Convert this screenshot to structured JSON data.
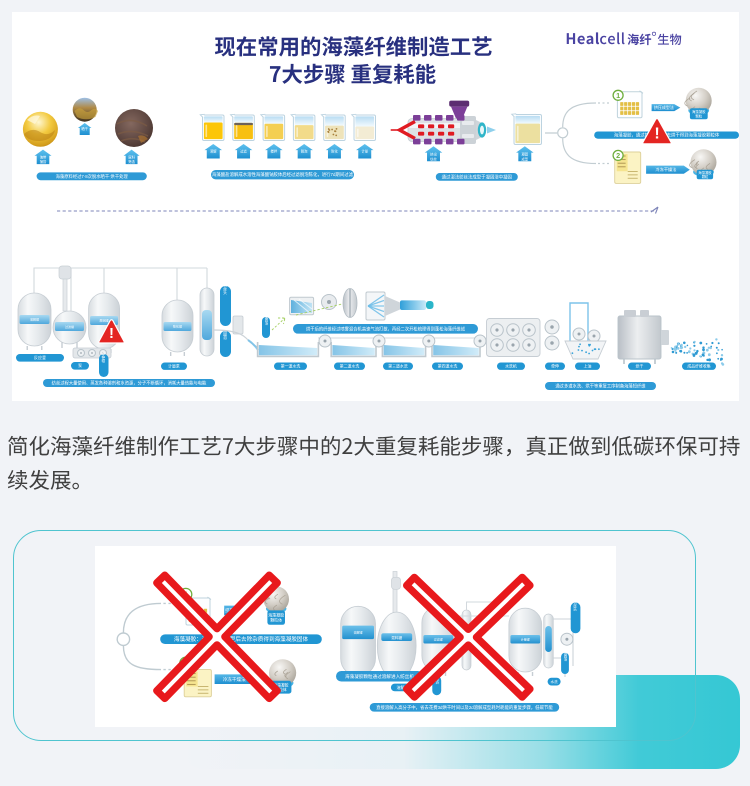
{
  "colors": {
    "page_bg": "#f1f3f7",
    "panel_bg": "#ffffff",
    "title_navy": "#28307f",
    "logo_indigo": "#4a43a2",
    "body_text": "#3f3f3f",
    "pill_blue": "#2196d3",
    "accent_red": "#e8191c",
    "card_teal": "#4fc4cf",
    "teal_gradient": "#3fc9d6"
  },
  "header": {
    "title_line1": "现在常用的海藻纤维制造工艺",
    "title_line2": "7大步骤 重复耗能",
    "logo_latin_bold": "Heal",
    "logo_latin_light": "cell",
    "logo_cjk": "海纤",
    "logo_reg_mark": "®",
    "logo_suffix": "生物"
  },
  "description": {
    "text": "简化海藻纤维制作工艺7大步骤中的2大重复耗能步骤，真正做到低碳环保可持续发展。",
    "line1": "简化海藻纤维制作工艺7大步骤中的2大重复耗能步骤，真正做到低碳环保可持",
    "line2": "续发展。"
  },
  "overview": {
    "raw": {
      "bar": "海藻原料经过7·8次脱水晒干·烘干处理",
      "houses": [
        [
          "海带",
          "捕捞"
        ],
        [
          "晒干",
          ""
        ],
        [
          "原料",
          "筛选"
        ]
      ]
    },
    "dissolve": {
      "bar": "海藻酸盐溶解成水溶性海藻酸钠胶体后经过滤脱泡陈化，进行7d期间过滤",
      "houses": [
        [
          "溶解",
          ""
        ],
        [
          "过滤",
          ""
        ],
        [
          "搅拌",
          ""
        ],
        [
          "脱泡",
          ""
        ],
        [
          "陈化",
          ""
        ],
        [
          "计量",
          ""
        ]
      ]
    },
    "spin": {
      "bar": "通过湿法纺丝法成型于凝固浴中凝固",
      "houses": [
        [
          "挤出",
          "纺丝"
        ],
        [
          "凝固",
          "成型"
        ]
      ]
    },
    "gel": {
      "bar": "海藻凝胶，通过挤压成型后去烘干得到海藻凝胶颗粒体",
      "warning_mark": "!",
      "step1_num": "1",
      "step1_pill": "挤压成型法",
      "step1_product1": "海藻凝胶",
      "step1_product2": "颗粒",
      "step2_num": "2",
      "step2_pill": "冷冻干燥法",
      "step2_product1": "海藻凝胶",
      "step2_product2": "颗粒"
    }
  },
  "machinery": {
    "warning_mark": "!",
    "bands": [
      "溶解罐",
      "过滤罐",
      "脱泡罐",
      "陈化罐",
      "计量"
    ],
    "pills": [
      "反应釜",
      "泵",
      "计量泵",
      "第一道水洗",
      "第二道水洗",
      "第三道水洗",
      "第四道水洗",
      "水洗机",
      "牵伸",
      "上油",
      "烘干",
      "成品纤维收集"
    ],
    "vpills": [
      "喷丝头",
      "凝固浴",
      "牵伸辊"
    ],
    "bar_left": "纺丝过程大量使用、蒸发各种溶剂和水资源，分子不断循环，消耗大量热能与电能",
    "bar_mid": "烘干后的纤维经过喷雾混合机高速气流打散，再经二次开松梳理得到蓬松海藻纤维绒",
    "bar_right": "通过多道水洗、烘干等重复工序制备海藻短纤维"
  },
  "card": {
    "mid_bar": "海藻凝胶：通过脱水成型后去除杂质得到海藻凝胶固体",
    "step1_num": "1",
    "step1_pill": "挤压成型法",
    "step1_product1": "海藻凝胶",
    "step1_product2": "颗粒体",
    "step2_num": "2",
    "step2_pill": "冷冻干燥法",
    "step2_product1": "海藻凝胶",
    "step2_product2": "颗粒体",
    "left_bar": "海藻凝胶颗粒通过溶解进入纺丝机",
    "small_pill": "溶解泵",
    "vpills": [
      "喷丝头",
      "凝固浴",
      "水洗"
    ],
    "bands2": [
      "溶解罐",
      "混料罐",
      "过滤罐",
      "计量罐"
    ],
    "bottom_bar": "直接溶解入高分子中，省去花费3d烘干时间以及2d溶解成型耗时耗能的重复步骤，低碳节能"
  }
}
